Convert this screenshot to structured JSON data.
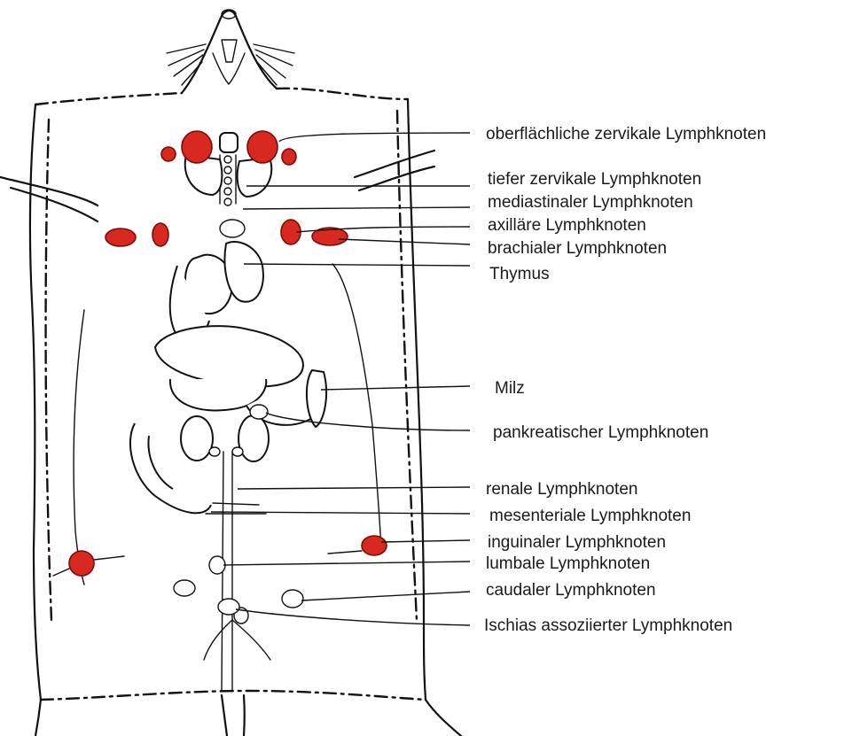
{
  "colors": {
    "lymph_node_fill": "#d7291f",
    "outline": "#111111",
    "label_text": "#1a1a1a",
    "background": "#ffffff"
  },
  "labels": [
    "oberflächliche zervikale Lymphknoten",
    "tiefer zervikale Lymphknoten",
    "mediastinaler Lymphknoten",
    "axilläre Lymphknoten",
    "brachialer Lymphknoten",
    "Thymus",
    "Milz",
    "pankreatischer Lymphknoten",
    "renale Lymphknoten",
    "mesenteriale Lymphknoten",
    "inguinaler Lymphknoten",
    "lumbale Lymphknoten",
    "caudaler Lymphknoten",
    "Ischias assoziierter Lymphknoten"
  ]
}
